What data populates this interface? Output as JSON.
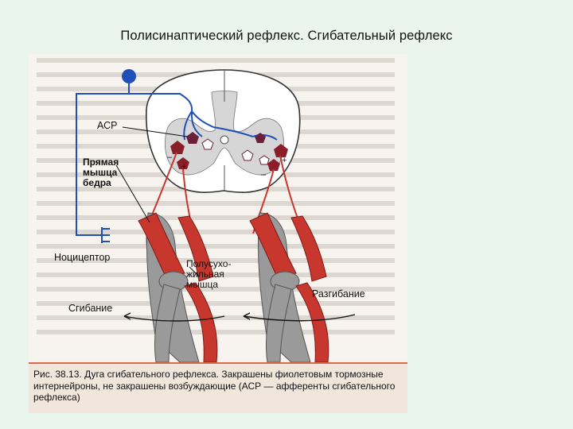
{
  "slide": {
    "title": "Полисинаптический рефлекс. Сгибательный рефлекс"
  },
  "figure": {
    "labels": {
      "asr": "АСР",
      "rectus_line1": "Прямая",
      "rectus_line2": "мышца",
      "rectus_line3": "бедра",
      "nociceptor": "Ноцицептор",
      "semi_line1": "Полусухо-",
      "semi_line2": "жильная",
      "semi_line3": "мышца",
      "flexion": "Сгибание",
      "extension": "Разгибание",
      "plus": "+",
      "minus": "–"
    },
    "caption": "Рис. 38.13. Дуга сгибательного рефлекса. Закрашены фиолетовым тормозные интернейроны, не закрашены возбуждающие (АСР — афференты сгибательного рефлекса)"
  },
  "colors": {
    "afferent": "#1f4fb8",
    "muscle": "#c8372d",
    "inhibitory": "#6a1f3c",
    "bone": "#9a9a9a",
    "grey_matter": "#d6d6d6",
    "caption_rule": "#d96a4a"
  }
}
